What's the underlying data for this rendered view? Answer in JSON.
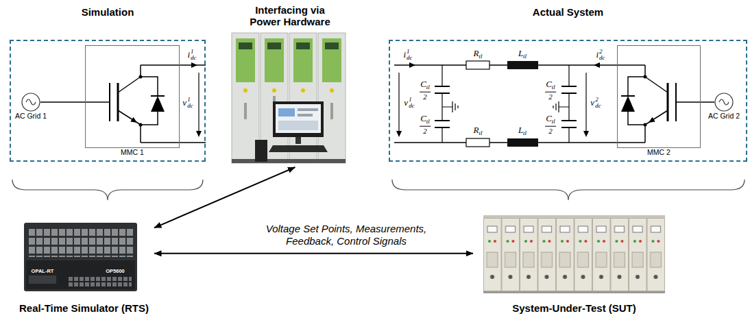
{
  "diagram": {
    "nodes": [
      {
        "text": [
          "Simulation"
        ]
      },
      {
        "text": [
          "AC Grid 1"
        ],
        "in": 0
      },
      {
        "text": [
          "MMC 1"
        ],
        "in": 0
      },
      {
        "text": [
          "Interfacing via Power Hardware"
        ]
      },
      {
        "text": [
          "Actual System"
        ]
      },
      {
        "text": [
          "MMC 2"
        ],
        "in": 4
      },
      {
        "text": [
          "AC Grid 2"
        ],
        "in": 4
      },
      {
        "text": [
          "Real-Time Simulator (RTS)"
        ]
      },
      {
        "text": [
          "System-Under-Test (SUT)"
        ]
      }
    ],
    "edges": [
      {
        "from": 1,
        "to": 2,
        "arrow": "none"
      },
      {
        "from": 5,
        "to": 6,
        "arrow": "none"
      },
      {
        "from": 7,
        "to": 3,
        "arrow": "both"
      },
      {
        "from": 7,
        "to": 8,
        "arrow": "both",
        "label": "Voltage Set Points, Measurements, Feedback, Control Signals"
      }
    ],
    "labels": [
      "idc1",
      "vdc1",
      "idc1",
      "vdc1",
      "Ctl2",
      "Ctl2",
      "Rtl",
      "Ltl",
      "Rtl",
      "Ltl",
      "Ctl2",
      "Ctl2",
      "idc2",
      "vdc2",
      "OPAL-RT",
      "OP5600"
    ]
  }
}
